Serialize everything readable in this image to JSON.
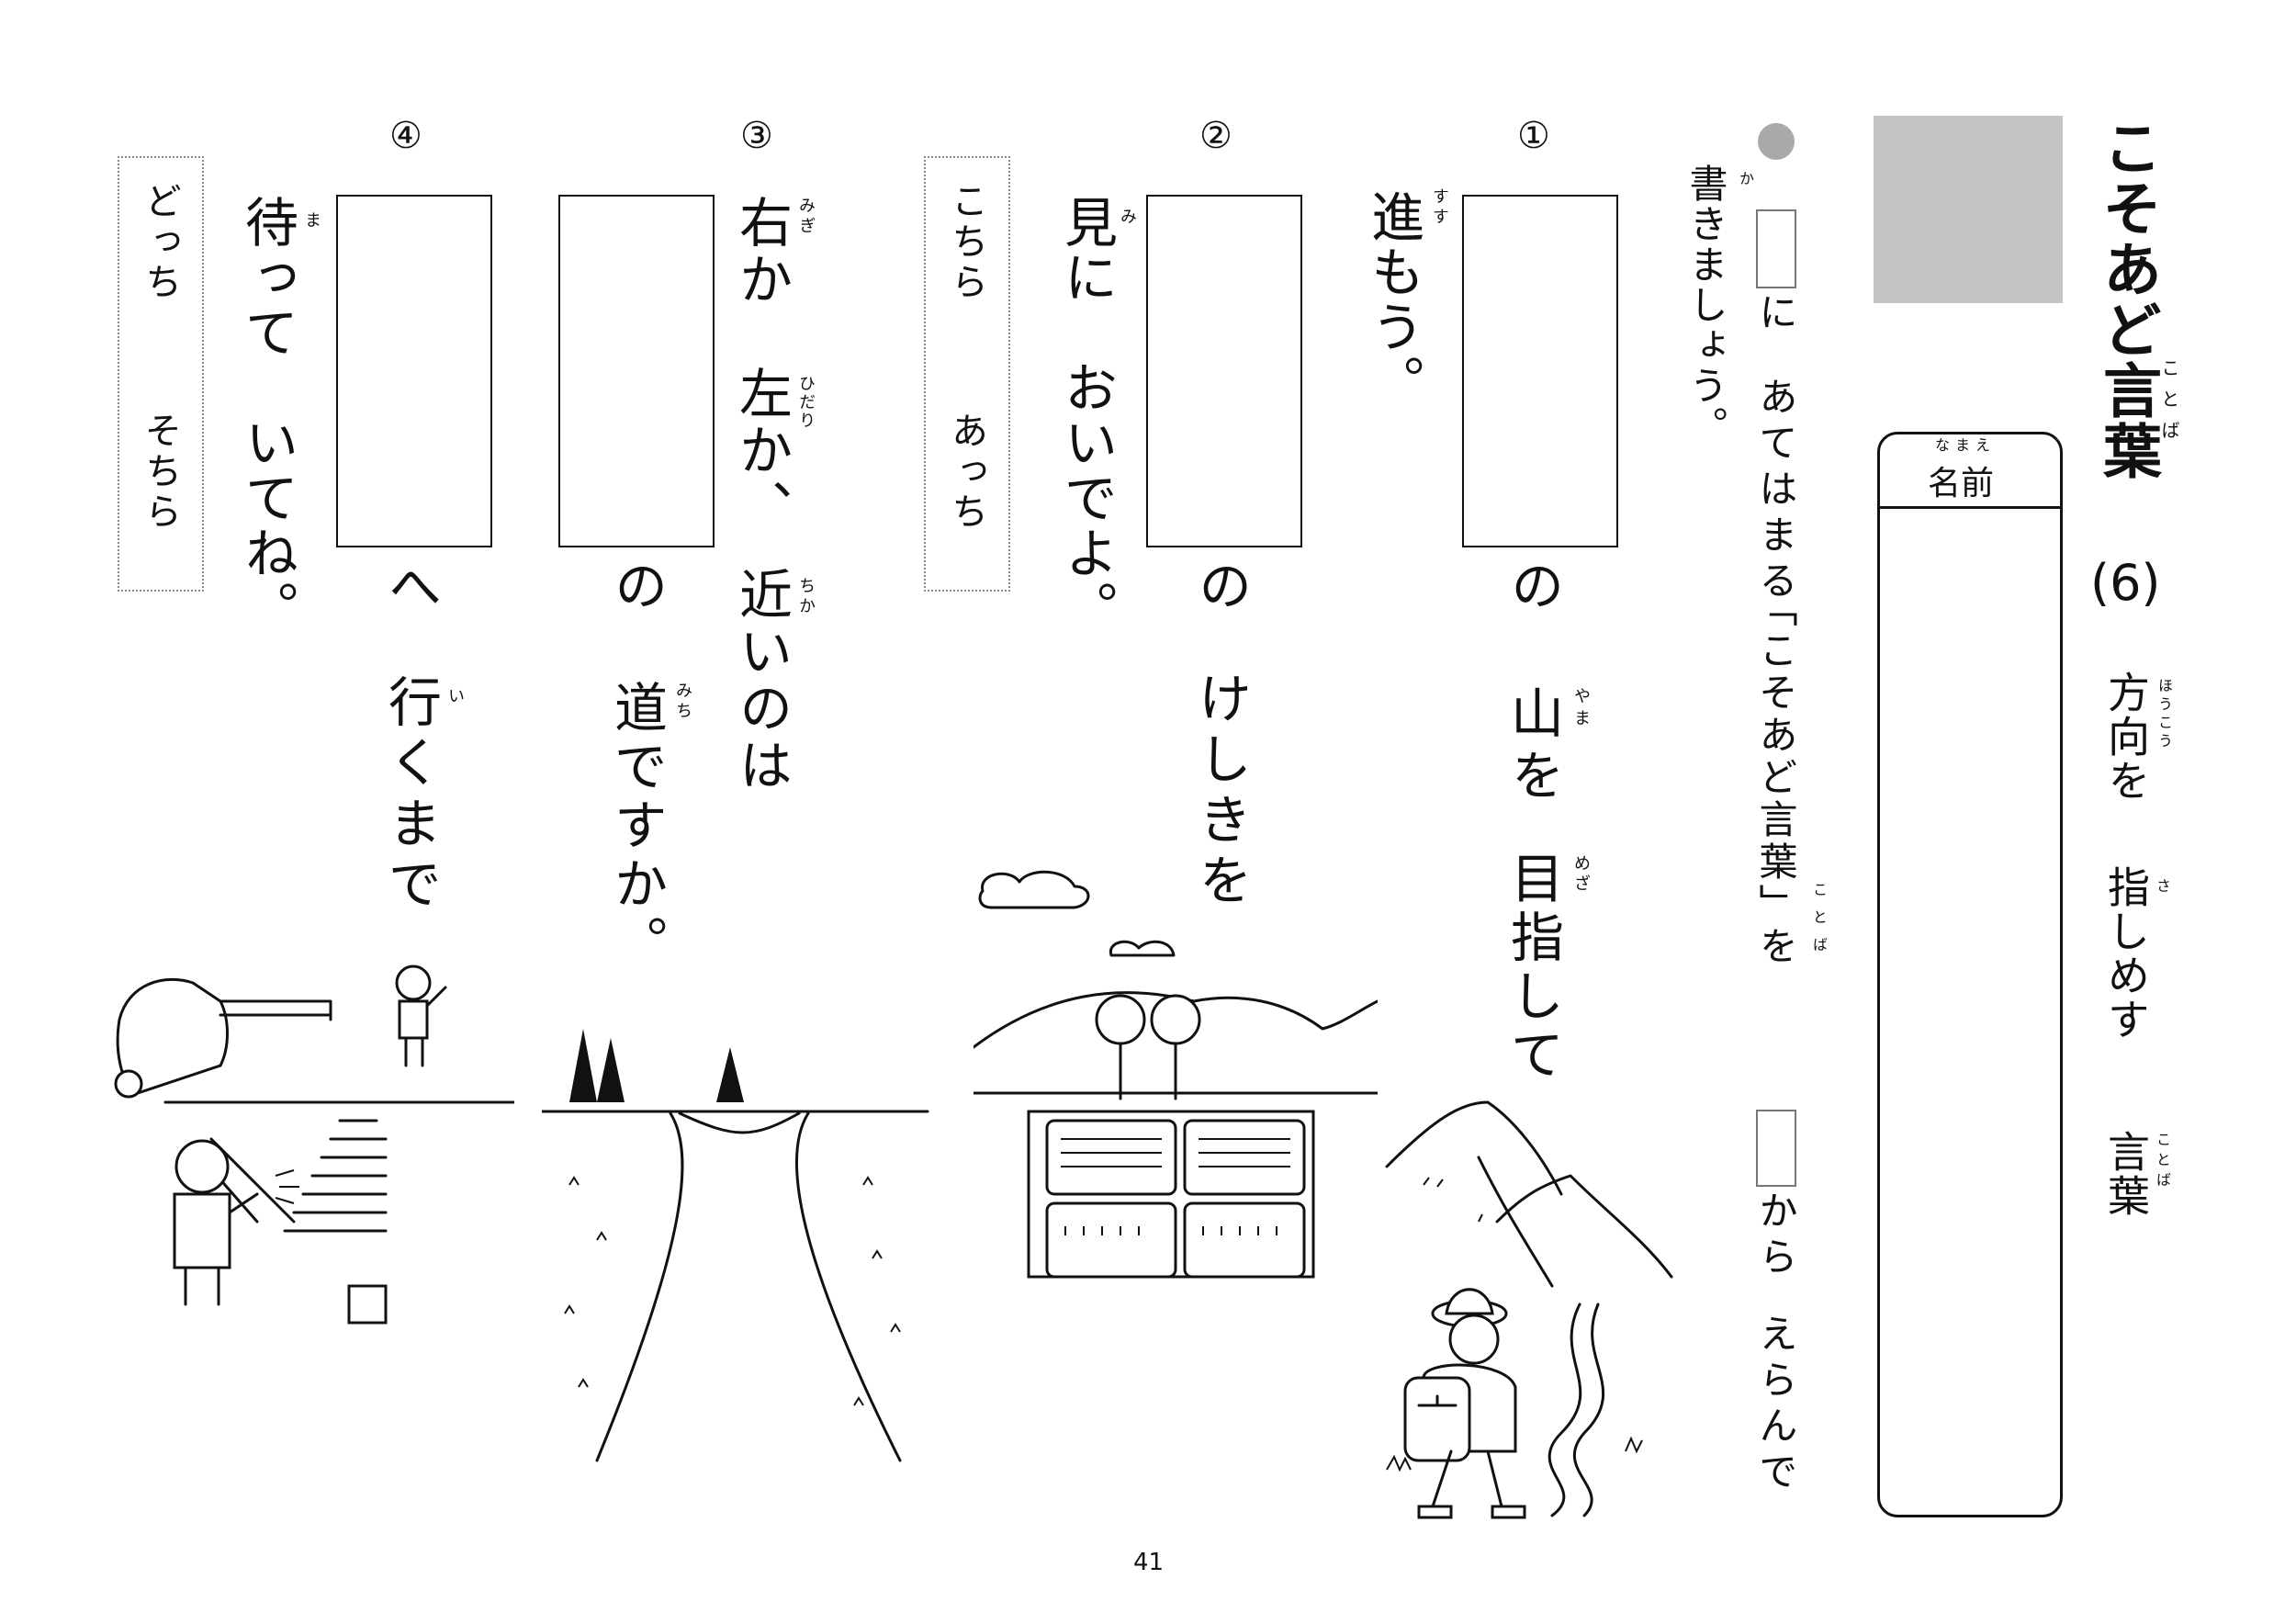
{
  "header": {
    "title": "こそあど言葉",
    "title_ruby": "ことば",
    "number": "(6)",
    "subtitle": {
      "part1": "方向を",
      "part1_ruby": "ほうこう",
      "part2": "指しめす",
      "part2_ruby": "さ",
      "part3": "言葉",
      "part3_ruby": "ことば"
    },
    "name_label": "名前",
    "name_ruby": "なまえ"
  },
  "instruction": {
    "line1_a": "に",
    "line1_b": "あてはまる",
    "line1_c": "「こそあど言葉」を",
    "line1_c_ruby": "ことば",
    "line1_d": "から",
    "line1_e": "えらんで",
    "line2": "書きましょう。",
    "line2_ruby": "か"
  },
  "questions": [
    {
      "number": "①",
      "seg1": "の",
      "seg2": "山を",
      "seg2_ruby": "やま",
      "seg3": "目指して",
      "seg3_ruby": "めざ",
      "line2": "進もう。",
      "line2_ruby": "すす"
    },
    {
      "number": "②",
      "seg1": "の",
      "seg2": "けしきを",
      "line2": "見に　おいでよ。",
      "line2_ruby": "み"
    },
    {
      "number": "③",
      "line1": "右か　左か、　近いのは",
      "ruby_migi": "みぎ",
      "ruby_hidari": "ひだり",
      "ruby_chika": "ちか",
      "seg1": "の",
      "seg2": "道ですか。",
      "seg2_ruby": "みち"
    },
    {
      "number": "④",
      "seg1": "へ",
      "seg2": "行くまで",
      "seg2_ruby": "い",
      "line2": "待って　いてね。",
      "line2_ruby": "ま"
    }
  ],
  "choices": [
    {
      "a": "こちら",
      "b": "あっち"
    },
    {
      "a": "どっち",
      "b": "そちら"
    }
  ],
  "page_number": "41"
}
